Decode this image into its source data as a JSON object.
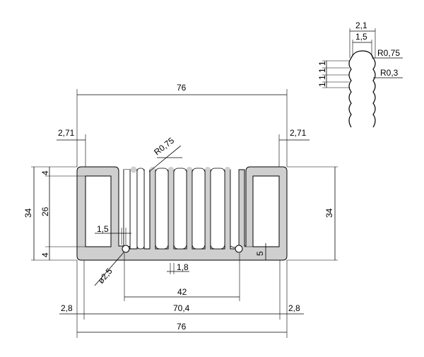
{
  "dimensions": {
    "overall_width_top": "76",
    "overall_width_bottom": "76",
    "left_wall": "2,71",
    "right_wall": "2,71",
    "fin_radius": "R0,75",
    "height_left": "34",
    "height_right": "34",
    "inner_height": "26",
    "top_wall": "4",
    "bottom_wall": "4",
    "slot_width": "1,5",
    "hole_diameter": "ø2,5",
    "fin_thickness": "1,8",
    "fin_span": "42",
    "inner_width": "70,4",
    "edge_left": "2,8",
    "edge_right": "2,8",
    "base_height": "5"
  },
  "detail": {
    "width_outer": "2,1",
    "width_inner": "1,5",
    "radius_outer": "R0,75",
    "radius_inner": "R0,3",
    "pitch_1": "1",
    "pitch_2": "1",
    "pitch_3": "1",
    "pitch_4": "1"
  }
}
